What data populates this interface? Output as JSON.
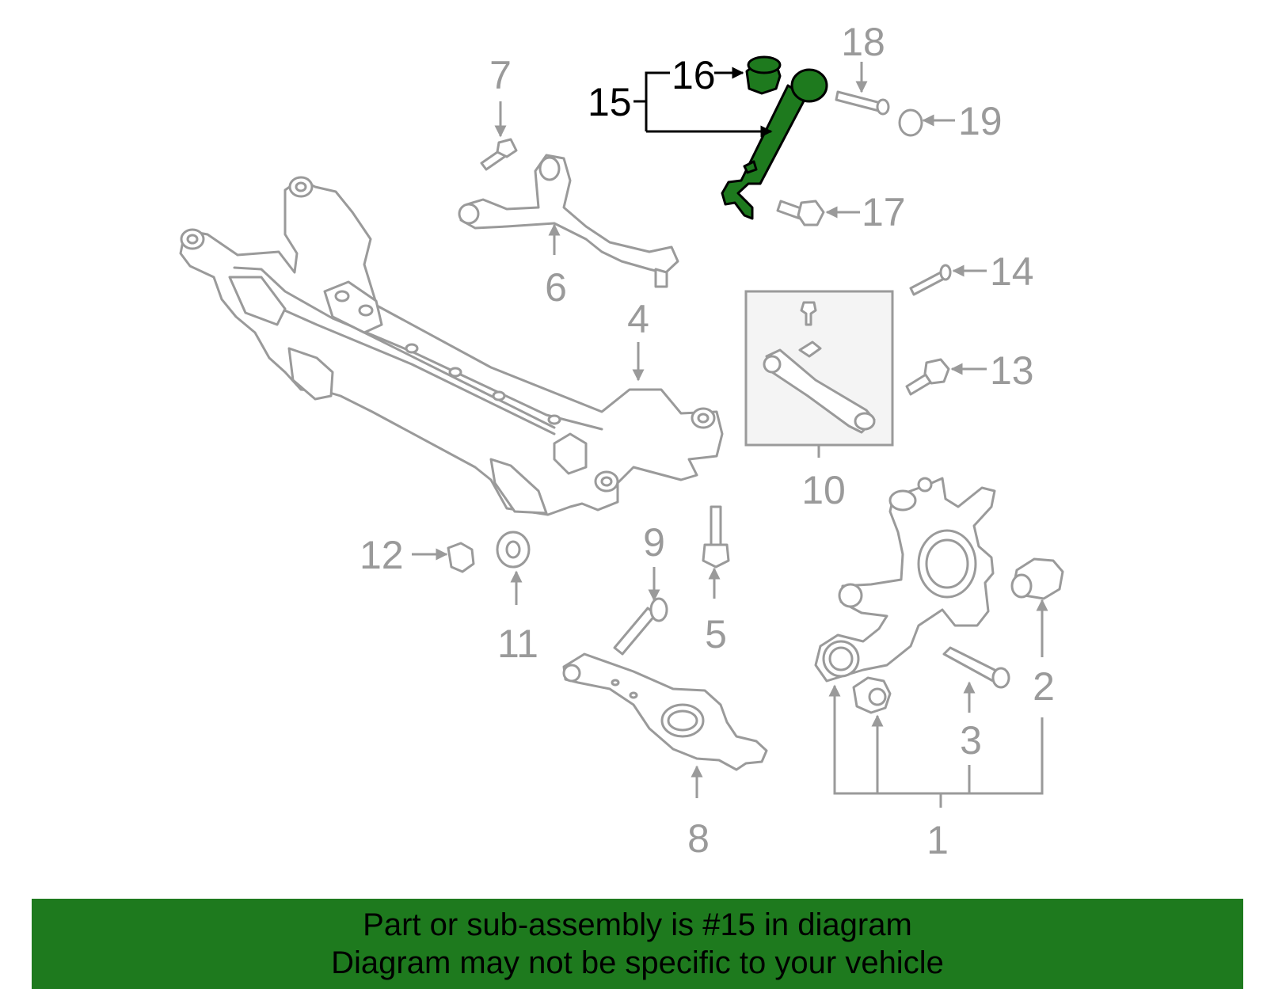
{
  "diagram": {
    "callouts": {
      "c1": "1",
      "c2": "2",
      "c3": "3",
      "c4": "4",
      "c5": "5",
      "c6": "6",
      "c7": "7",
      "c8": "8",
      "c9": "9",
      "c10": "10",
      "c11": "11",
      "c12": "12",
      "c13": "13",
      "c14": "14",
      "c15": "15",
      "c16": "16",
      "c17": "17",
      "c18": "18",
      "c19": "19"
    },
    "highlight_part": "15",
    "highlight_color": "#1e7a1e",
    "line_color": "#9a9a9a"
  },
  "banner": {
    "line1": "Part or sub-assembly is #15 in diagram",
    "line2": "Diagram may not be specific to your vehicle",
    "background": "#1e7a1e"
  }
}
